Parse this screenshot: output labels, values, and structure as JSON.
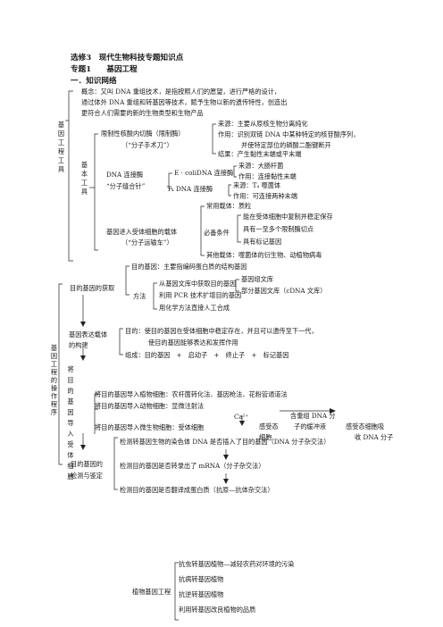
{
  "header": {
    "title": "选修3　现代生物科技专题知识点",
    "topic": "专题1　　基因工程",
    "section": "一．知识网络"
  },
  "part1": {
    "side": "基因工程工具",
    "concept": [
      "概念：又叫 DNA 重组技术，是指按照人们的愿望，进行严格的设计，",
      "通过体外 DNA 重组和转基因等技术，赋予生物以新的遗传特性，创造出",
      "更符合人们需要的新的生物类型和生物产品"
    ],
    "basic": "基本工具",
    "enzyme": {
      "name": "限制性核酸内切酶（限制酶）",
      "alias": "（“分子手术刀”）",
      "source": "来源：主要从原核生物分离纯化",
      "action1": "作用：识别双链 DNA 中某种特定的核苷酸序列，",
      "action2": "并使特定部位的磷酸二酯键断开",
      "result": "结果：产生黏性末端或平末端"
    },
    "ligase": {
      "name": "DNA 连接酶",
      "alias": "“分子缝合针”",
      "ecoli": "E · coliDNA 连接酶",
      "ecoli_source": "来源：大肠杆菌",
      "ecoli_action": "作用：连接黏性末端",
      "t4": "T₄ DNA 连接酶",
      "t4_source": "来源：T₄ 噬菌体",
      "t4_action": "作用：可连接两种末端"
    },
    "vector": {
      "common": "常用载体：质粒",
      "name": "基因进入受体细胞的载体",
      "alias": "（“分子运输车”）",
      "cond_label": "必备条件",
      "cond1": "能在受体细胞中复制并稳定保存",
      "cond2": "具有一至多个限制酶切点",
      "cond3": "具有标记基因",
      "other": "其他载体：噬菌体的衍生物、动植物病毒"
    }
  },
  "part2": {
    "side": "基因工程的操作程序",
    "acq": {
      "name": "目的基因的获取",
      "def": "目的基因：主要指编码蛋白质的结构基因",
      "method": "方法",
      "m1": "从基因文库中获取目的基因",
      "m2": "利用 PCR 技术扩增目的基因",
      "m3": "用化学方法直接人工合成",
      "lib1": "基因组文库",
      "lib2": "部分基因文库（cDNA 文库）"
    },
    "build": {
      "name1": "基因表达载体",
      "name2": "的构建",
      "p1": "目的：使目的基因在受体细胞中稳定存在，并且可以遗传至下一代，",
      "p2": "使目的基因能够表达和发挥作用",
      "comp": "组成：目的基因　+　启动子　+　终止子　+　标记基因"
    },
    "intro": {
      "name": "将目的基因导入受体细胞",
      "plant": "将目的基因导入植物细胞：农杆菌转化法、基因枪法、花粉管通道法",
      "animal": "将目的基因导入动物细胞：显微注射法",
      "micro": "将目的基因导入微生物细胞：受体细胞",
      "ca": "Ca²⁺",
      "comp1": "感受态",
      "comp2": "细胞",
      "recomb1": "含重组 DNA 分",
      "recomb2": "子的缓冲液",
      "absorb1": "感受态细胞吸",
      "absorb2": "收 DNA 分子"
    },
    "detect": {
      "name1": "目的基因的",
      "name2": "检测与鉴定",
      "d1": "检测转基因生物的染色体 DNA 是否插入了目的基因（DNA 分子杂交法）",
      "d2": "检测目的基因是否转录出了 mRNA（分子杂交法）",
      "d3": "检测目的基因是否翻译成蛋白质（抗原—抗体杂交法）"
    }
  },
  "part3": {
    "name": "植物基因工程",
    "a1": "抗虫转基因植物—减轻农药对环境的污染",
    "a2": "抗病转基因植物",
    "a3": "抗逆转基因植物",
    "a4": "利用转基因改良植物的品质"
  }
}
